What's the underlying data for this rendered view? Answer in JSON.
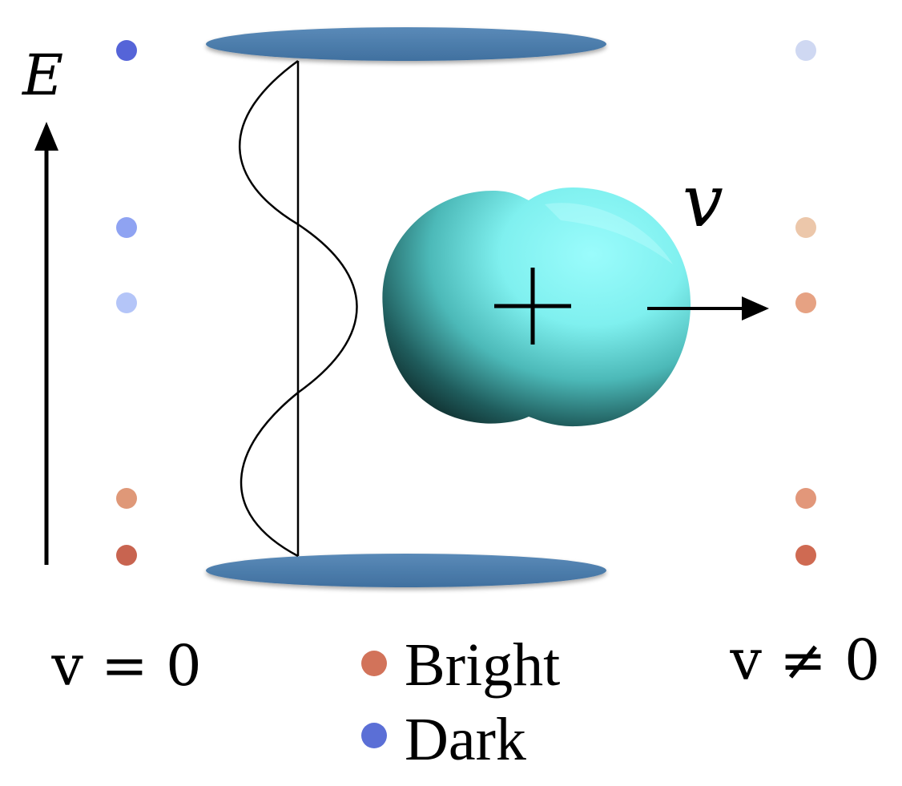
{
  "energy_axis": {
    "label": "E"
  },
  "velocity": {
    "label": "v"
  },
  "columns": {
    "left_label": "v = 0",
    "right_label": "v ≠ 0"
  },
  "legend": {
    "bright": {
      "label": "Bright",
      "color": "#d2735a"
    },
    "dark": {
      "label": "Dark",
      "color": "#5b6fd6"
    }
  },
  "levels_left": [
    {
      "state": "dark",
      "color": "#5564d8"
    },
    {
      "state": "dark",
      "color": "#8fa3f2"
    },
    {
      "state": "dark",
      "color": "#b4c5f8"
    },
    {
      "state": "bright",
      "color": "#df9878"
    },
    {
      "state": "bright",
      "color": "#c86450"
    }
  ],
  "levels_right": [
    {
      "state": "dark",
      "color": "#cfd8f2"
    },
    {
      "state": "bright",
      "color": "#ecc7aa"
    },
    {
      "state": "bright",
      "color": "#e6a283"
    },
    {
      "state": "bright",
      "color": "#e2977a"
    },
    {
      "state": "bright",
      "color": "#cf6a52"
    }
  ],
  "mirror_color": "#4f7faf",
  "molecule_color": "#8ef8f8"
}
